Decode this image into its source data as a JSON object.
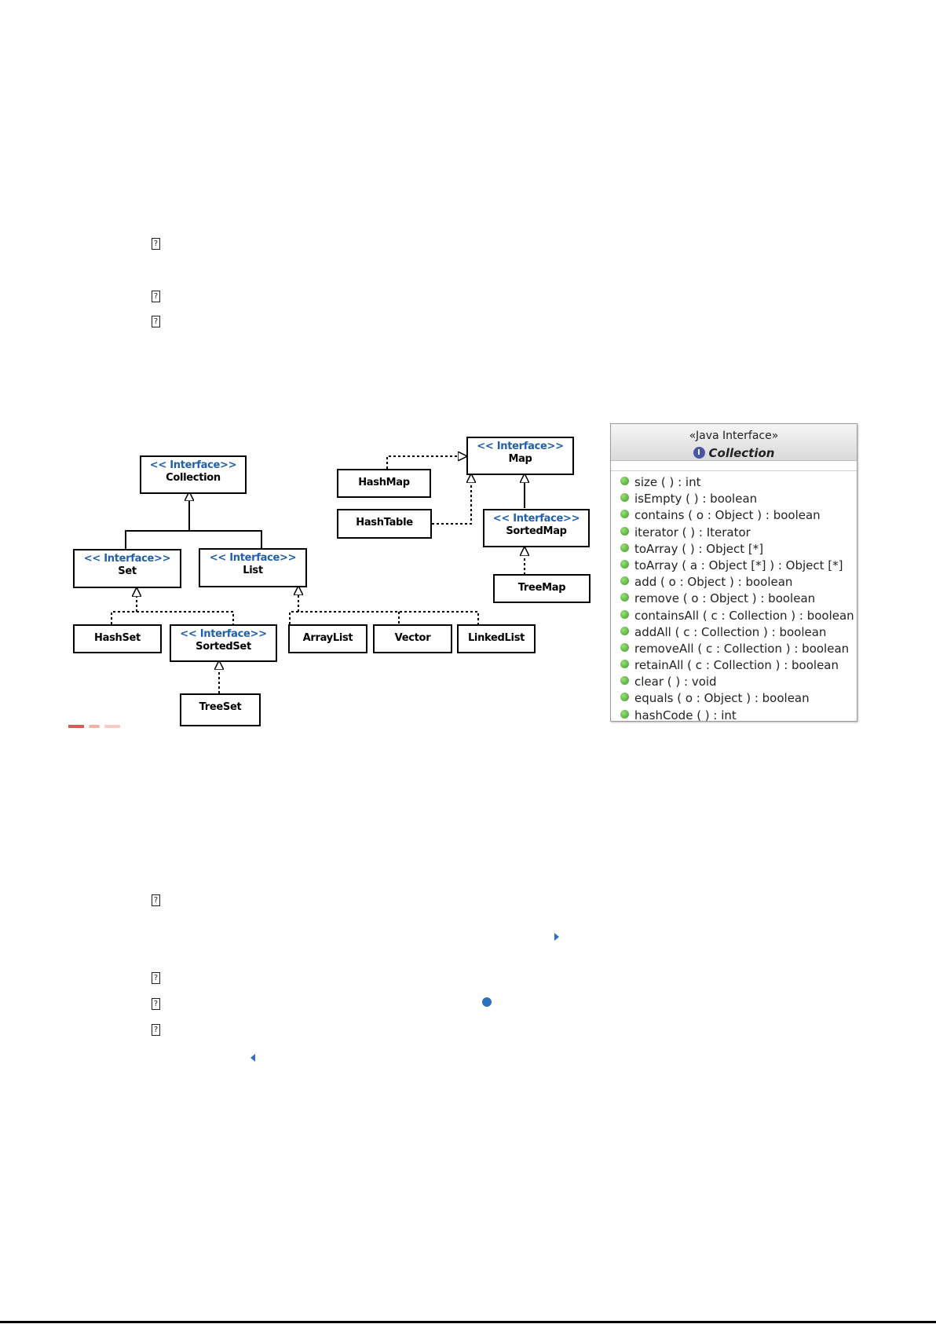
{
  "bullets": {
    "marker": "?"
  },
  "diagram": {
    "stereotype": "<< Interface>>",
    "interfaces": {
      "collection": "Collection",
      "set": "Set",
      "list": "List",
      "sorted_set": "SortedSet",
      "map": "Map",
      "sorted_map": "SortedMap"
    },
    "classes": {
      "hash_set": "HashSet",
      "tree_set": "TreeSet",
      "array_list": "ArrayList",
      "vector": "Vector",
      "linked_list": "LinkedList",
      "hash_map": "HashMap",
      "hash_table": "HashTable",
      "tree_map": "TreeMap"
    }
  },
  "interface_panel": {
    "stereotype": "«Java Interface»",
    "icon": "I",
    "title": "Collection",
    "methods": [
      "size ( ) : int",
      "isEmpty ( ) : boolean",
      "contains ( o : Object ) : boolean",
      "iterator ( ) : Iterator",
      "toArray ( ) : Object [*]",
      "toArray ( a : Object [*] ) : Object [*]",
      "add ( o : Object ) : boolean",
      "remove ( o : Object ) : boolean",
      "containsAll ( c : Collection ) : boolean",
      "addAll ( c : Collection ) : boolean",
      "removeAll ( c : Collection ) : boolean",
      "retainAll ( c : Collection ) : boolean",
      "clear ( ) : void",
      "equals ( o : Object ) : boolean",
      "hashCode ( ) : int"
    ]
  }
}
